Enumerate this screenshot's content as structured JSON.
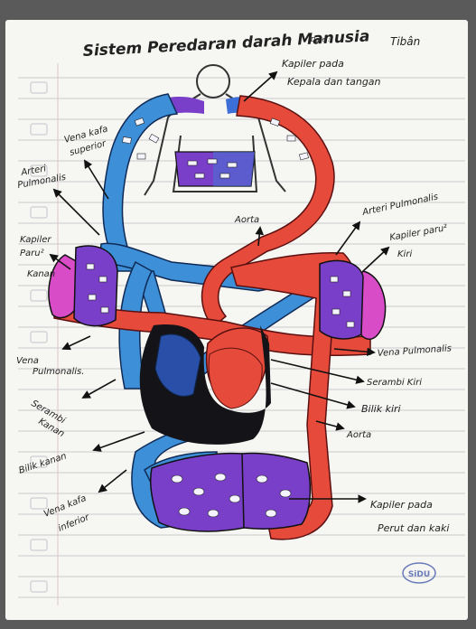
{
  "photo": {
    "title": "Sistem Peredaran darah Manusia",
    "author": "Tibân",
    "brand": "SiDU",
    "header_date_label": "Date :",
    "labels": {
      "kapiler_kepala": [
        "Kapiler pada",
        "Kepala dan tangan"
      ],
      "vena_kava_superior": [
        "Vena kafa",
        "superior"
      ],
      "arteri_pulmonalis_left": [
        "Arteri",
        "Pulmonalis"
      ],
      "kapiler_paru_kanan": [
        "Kapiler",
        "Paru²",
        "Kanan"
      ],
      "aorta_top": "Aorta",
      "arteri_pulmonalis_right": "Arteri Pulmonalis",
      "kapiler_paru_kiri": [
        "Kapiler paru²",
        "Kiri"
      ],
      "vena_pulmonalis_left": [
        "Vena",
        "Pulmonalis."
      ],
      "serambi_kanan": [
        "Serambi",
        "Kanan"
      ],
      "bilik_kanan": "Bilik kanan",
      "vena_kava_inferior": [
        "Vena kafa",
        "inferior"
      ],
      "vena_pulmonalis_right": "Vena Pulmonalis",
      "serambi_kiri": "Serambi Kiri",
      "bilik_kiri": "Bilik kiri",
      "aorta_bottom": "Aorta",
      "kapiler_perut": [
        "Kapiler pada",
        "Perut dan kaki"
      ]
    },
    "colors": {
      "blue": "#3d8fd8",
      "red": "#e64a3a",
      "purple": "#7a3fc9",
      "pink": "#d94cc8",
      "black": "#141418"
    }
  }
}
